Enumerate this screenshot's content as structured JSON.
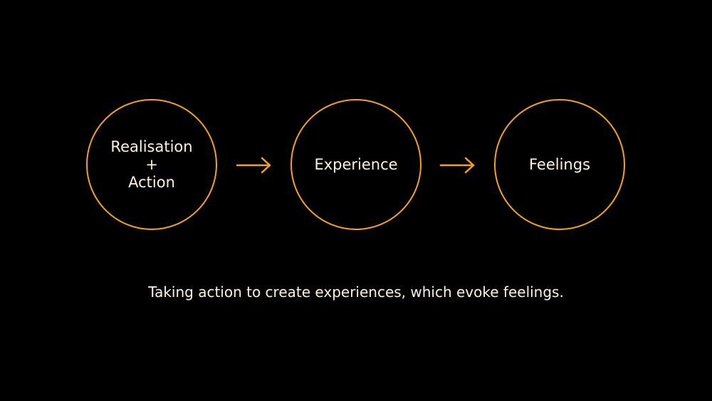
{
  "colors": {
    "background": "#000000",
    "accent": "#F5A31A",
    "text": "#FFF3E0"
  },
  "diagram": {
    "nodes": [
      {
        "lines": [
          "Realisation",
          "+",
          "Action"
        ]
      },
      {
        "lines": [
          "Experience"
        ]
      },
      {
        "lines": [
          "Feelings"
        ]
      }
    ],
    "connectors": [
      {
        "from": 0,
        "to": 1,
        "icon": "arrow-right-icon"
      },
      {
        "from": 1,
        "to": 2,
        "icon": "arrow-right-icon"
      }
    ]
  },
  "caption": "Taking action to create experiences, which evoke feelings."
}
